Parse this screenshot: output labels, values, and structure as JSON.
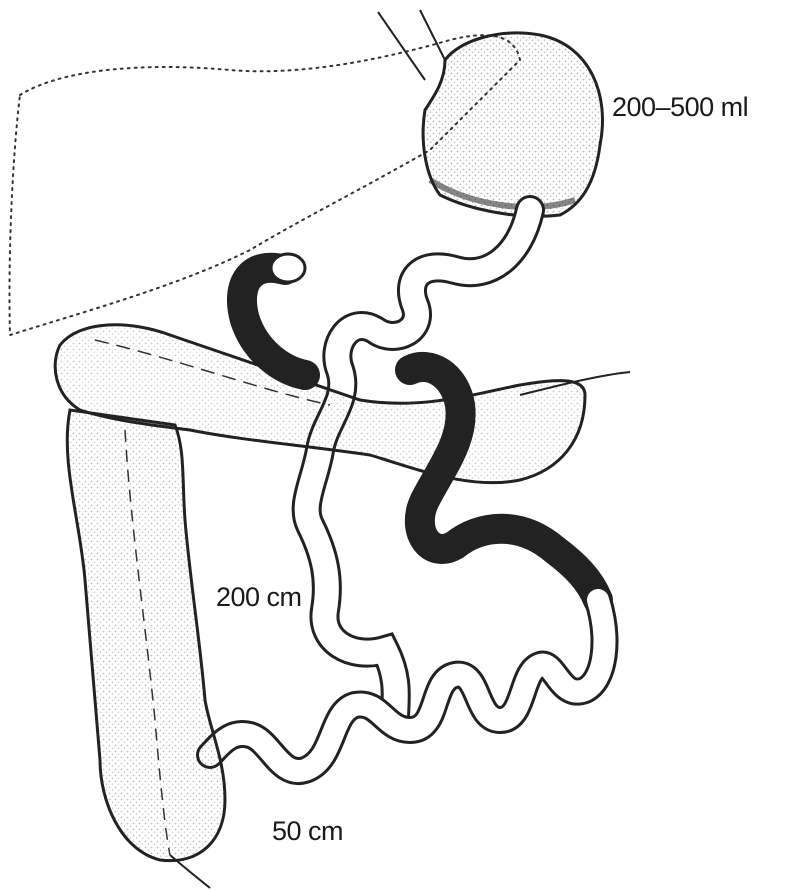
{
  "labels": {
    "stomach_volume": "200–500 ml",
    "biliopancreatic_limb": "200 cm",
    "common_channel": "50 cm"
  },
  "colors": {
    "ink": "#1a1a1a",
    "shade": "#3a3a3a",
    "background": "#ffffff"
  }
}
